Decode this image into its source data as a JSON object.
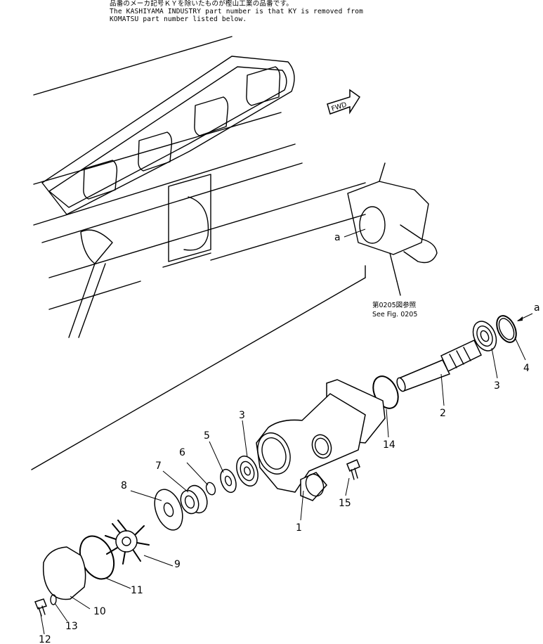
{
  "notes": {
    "line1": "品番のメーカ記号ＫＹを除いたものが樫山工業の品番です。",
    "line2": "The KASHIYAMA INDUSTRY part number is that KY is removed from",
    "line3": "KOMATSU part number listed below."
  },
  "fwd_label": "FWD",
  "reference": {
    "jp": "第0205図参照",
    "en": "See Fig. 0205",
    "marker_a_left": "a",
    "marker_a_right": "a"
  },
  "callouts": {
    "p1": "1",
    "p2": "2",
    "p3a": "3",
    "p3b": "3",
    "p4": "4",
    "p5": "5",
    "p6": "6",
    "p7": "7",
    "p8": "8",
    "p9": "9",
    "p10": "10",
    "p11": "11",
    "p12": "12",
    "p13": "13",
    "p14": "14",
    "p15": "15"
  }
}
